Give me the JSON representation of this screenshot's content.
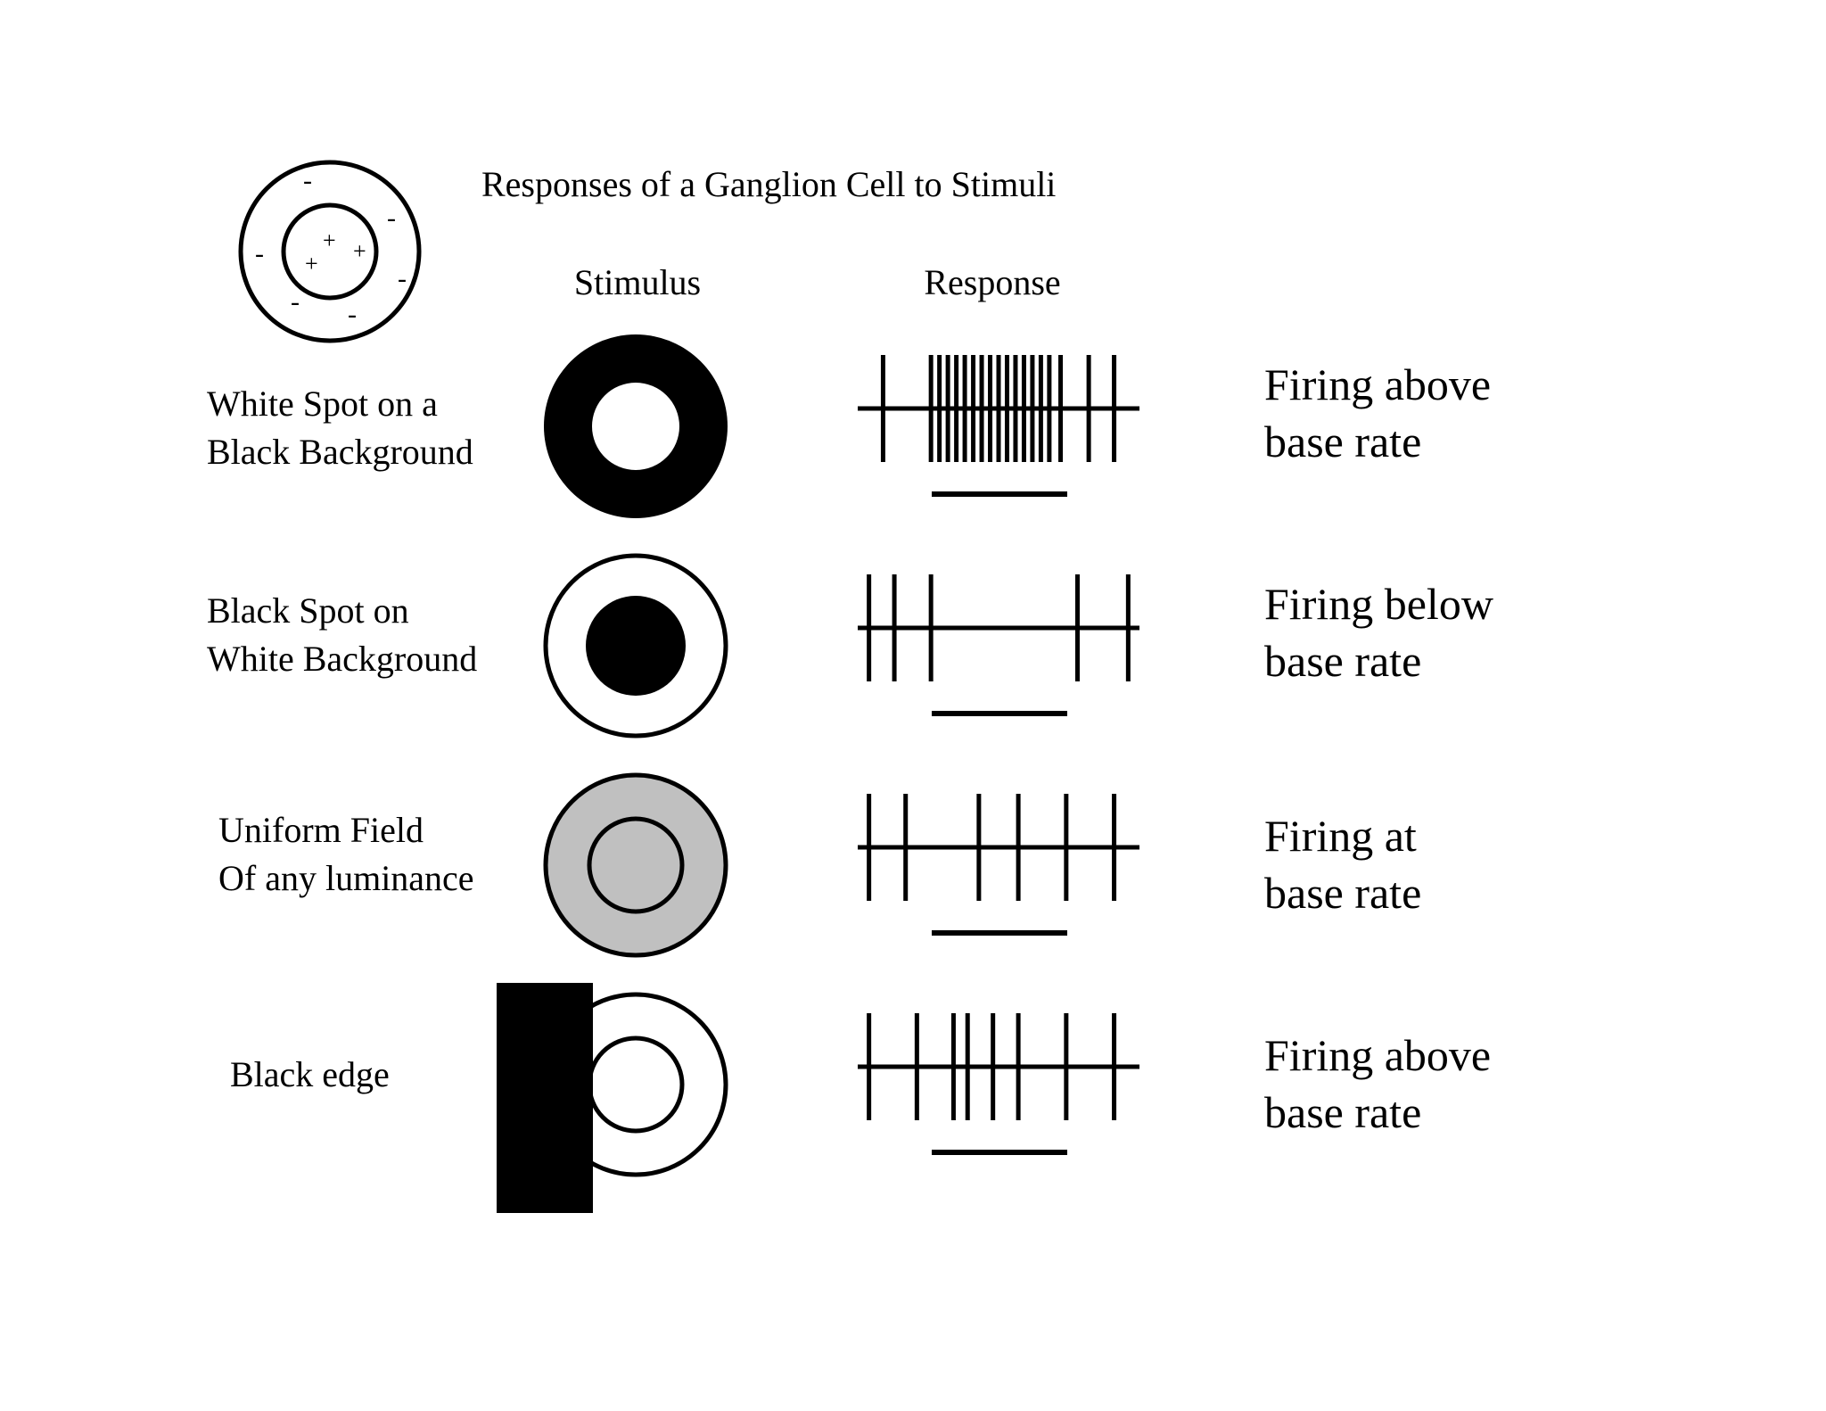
{
  "title": "Responses of a Ganglion Cell to Stimuli",
  "headers": {
    "stimulus": "Stimulus",
    "response": "Response"
  },
  "receptive_field": {
    "center_signs": [
      "+",
      "+",
      "+"
    ],
    "surround_signs": [
      "-",
      "-",
      "-",
      "-",
      "-",
      "-"
    ]
  },
  "colors": {
    "ink": "#000000",
    "paper": "#ffffff",
    "gray": "#c0c0c0"
  },
  "rows": [
    {
      "label_lines": [
        "White Spot on a",
        "Black Background"
      ],
      "stimulus": "white-center-black-surround",
      "spikes": [
        0.09,
        0.26,
        0.29,
        0.32,
        0.35,
        0.38,
        0.41,
        0.44,
        0.47,
        0.5,
        0.53,
        0.56,
        0.59,
        0.62,
        0.65,
        0.68,
        0.72,
        0.82,
        0.91
      ],
      "result_lines": [
        "Firing above",
        "base rate"
      ]
    },
    {
      "label_lines": [
        "Black Spot on",
        "White Background"
      ],
      "stimulus": "black-center-white-surround",
      "spikes": [
        0.04,
        0.13,
        0.26,
        0.78,
        0.96
      ],
      "result_lines": [
        "Firing below",
        "base rate"
      ]
    },
    {
      "label_lines": [
        "Uniform Field",
        "Of any luminance"
      ],
      "stimulus": "uniform-gray",
      "spikes": [
        0.04,
        0.17,
        0.43,
        0.57,
        0.74,
        0.91
      ],
      "result_lines": [
        "Firing at",
        "base rate"
      ]
    },
    {
      "label_lines": [
        "Black edge"
      ],
      "stimulus": "black-edge",
      "spikes": [
        0.04,
        0.21,
        0.34,
        0.39,
        0.48,
        0.57,
        0.74,
        0.91
      ],
      "result_lines": [
        "Firing above",
        "base rate"
      ]
    }
  ]
}
